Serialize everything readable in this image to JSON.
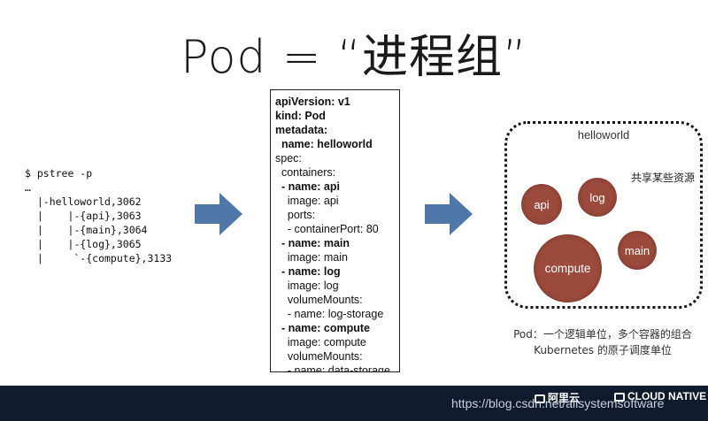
{
  "slide": {
    "title": "Pod = “进程组”"
  },
  "pstree": {
    "lines": [
      "$ pstree -p",
      "…",
      "  |-helloworld,3062",
      "  |    |-{api},3063",
      "  |    |-{main},3064",
      "  |    |-{log},3065",
      "  |     `-{compute},3133"
    ]
  },
  "yaml": {
    "lines": [
      {
        "text": "apiVersion: v1",
        "bold": true
      },
      {
        "text": "kind: Pod",
        "bold": true
      },
      {
        "text": "metadata:",
        "bold": true
      },
      {
        "text": "  name: helloworld",
        "bold": true
      },
      {
        "text": "spec:",
        "bold": false
      },
      {
        "text": "  containers:",
        "bold": false
      },
      {
        "text": "  - name: api",
        "bold": true
      },
      {
        "text": "    image: api",
        "bold": false
      },
      {
        "text": "    ports:",
        "bold": false
      },
      {
        "text": "    - containerPort: 80",
        "bold": false
      },
      {
        "text": "  - name: main",
        "bold": true
      },
      {
        "text": "    image: main",
        "bold": false
      },
      {
        "text": "  - name: log",
        "bold": true
      },
      {
        "text": "    image: log",
        "bold": false
      },
      {
        "text": "    volumeMounts:",
        "bold": false
      },
      {
        "text": "    - name: log-storage",
        "bold": false
      },
      {
        "text": "  - name: compute",
        "bold": true
      },
      {
        "text": "    image: compute",
        "bold": false
      },
      {
        "text": "    volumeMounts:",
        "bold": false
      },
      {
        "text": "    - name: data-storage",
        "bold": false
      }
    ]
  },
  "pod": {
    "name": "helloworld",
    "shared_resources": "共享某些资源",
    "containers": {
      "api": "api",
      "log": "log",
      "compute": "compute",
      "main": "main"
    }
  },
  "caption": {
    "line1": "Pod：一个逻辑单位，多个容器的组合",
    "line2": "Kubernetes 的原子调度单位"
  },
  "footer": {
    "url": "https://blog.csdn.net/alisystemsoftware",
    "brand_alibaba": "阿里云",
    "brand_cloudnative": "CLOUD NATIVE"
  },
  "colors": {
    "arrow": "#4f78a8",
    "container_circle": "#9b4a3b",
    "footer_bg": "#0f1a2e"
  }
}
